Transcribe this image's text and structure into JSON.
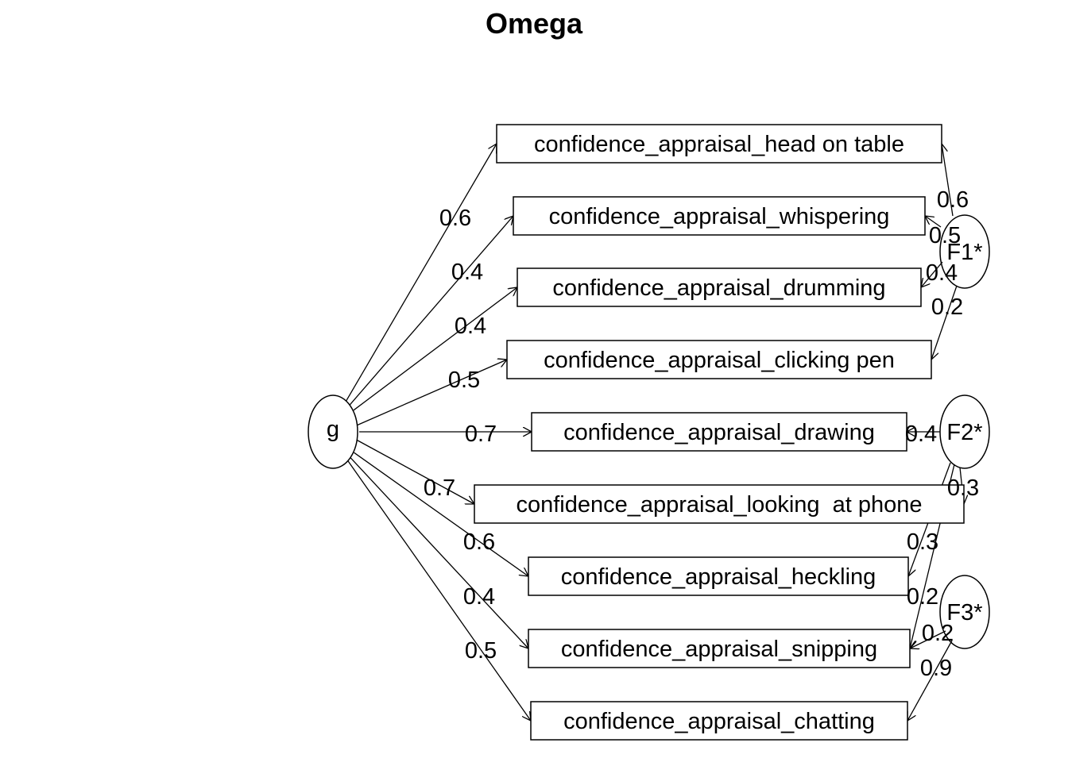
{
  "title": "Omega",
  "general_factor": {
    "label": "g"
  },
  "group_factors": [
    {
      "id": "F1",
      "label": "F1*"
    },
    {
      "id": "F2",
      "label": "F2*"
    },
    {
      "id": "F3",
      "label": "F3*"
    }
  ],
  "items": [
    {
      "label": "confidence_appraisal_head on table"
    },
    {
      "label": "confidence_appraisal_whispering"
    },
    {
      "label": "confidence_appraisal_drumming"
    },
    {
      "label": "confidence_appraisal_clicking pen"
    },
    {
      "label": "confidence_appraisal_drawing"
    },
    {
      "label": "confidence_appraisal_looking  at phone"
    },
    {
      "label": "confidence_appraisal_heckling"
    },
    {
      "label": "confidence_appraisal_snipping"
    },
    {
      "label": "confidence_appraisal_chatting"
    }
  ],
  "g_loadings": [
    "0.6",
    "0.4",
    "0.4",
    "0.5",
    "0.7",
    "0.7",
    "0.6",
    "0.4",
    "0.5"
  ],
  "group_loadings": [
    {
      "factor": "F1",
      "item": 0,
      "value": "0.6"
    },
    {
      "factor": "F1",
      "item": 1,
      "value": "0.5"
    },
    {
      "factor": "F1",
      "item": 2,
      "value": "0.4"
    },
    {
      "factor": "F1",
      "item": 3,
      "value": "0.2"
    },
    {
      "factor": "F2",
      "item": 4,
      "value": "0.4"
    },
    {
      "factor": "F2",
      "item": 5,
      "value": "0.3"
    },
    {
      "factor": "F2",
      "item": 6,
      "value": "0.3"
    },
    {
      "factor": "F2",
      "item": 7,
      "value": "0.2"
    },
    {
      "factor": "F3",
      "item": 7,
      "value": "0.2"
    },
    {
      "factor": "F3",
      "item": 8,
      "value": "0.9"
    }
  ]
}
